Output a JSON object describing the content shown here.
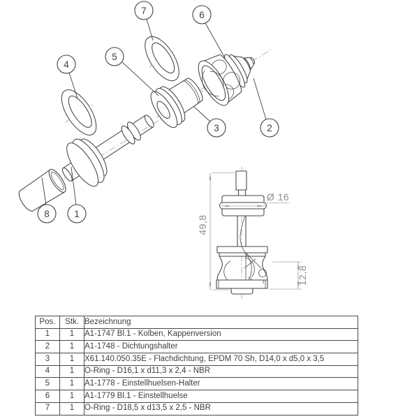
{
  "drawing": {
    "balloons": [
      {
        "label": "1"
      },
      {
        "label": "2"
      },
      {
        "label": "3"
      },
      {
        "label": "4"
      },
      {
        "label": "5"
      },
      {
        "label": "6"
      },
      {
        "label": "7"
      },
      {
        "label": "8"
      }
    ],
    "dimensions": {
      "overall_height": "49,8",
      "ring_diameter": "Ø 16",
      "lower_height": "12,8"
    }
  },
  "parts_table": {
    "headers": {
      "pos": "Pos.",
      "qty": "Stk.",
      "name": "Bezeichnung"
    },
    "rows": [
      {
        "pos": "1",
        "qty": "1",
        "name": "A1-1747 Bl.1 - Kolben, Kappenversion"
      },
      {
        "pos": "2",
        "qty": "1",
        "name": "A1-1748 - Dichtungshalter"
      },
      {
        "pos": "3",
        "qty": "1",
        "name": "X61.140.050.35E - Flachdichtung, EPDM 70 Sh, D14,0 x d5,0 x 3,5"
      },
      {
        "pos": "4",
        "qty": "1",
        "name": "O-Ring - D16,1 x d11,3 x 2,4 - NBR"
      },
      {
        "pos": "5",
        "qty": "1",
        "name": "A1-1778 - Einstellhuelsen-Halter"
      },
      {
        "pos": "6",
        "qty": "1",
        "name": "A1-1779 Bl.1 - Einstellhuelse"
      },
      {
        "pos": "7",
        "qty": "1",
        "name": "O-Ring - D18,5 x d13,5 x 2,5 - NBR"
      }
    ]
  },
  "colors": {
    "edge": "#434343",
    "dimension_line": "#a8a8a8",
    "dimension_text": "#8c8c8c",
    "table_text": "#3f3f3f",
    "background": "#ffffff"
  }
}
